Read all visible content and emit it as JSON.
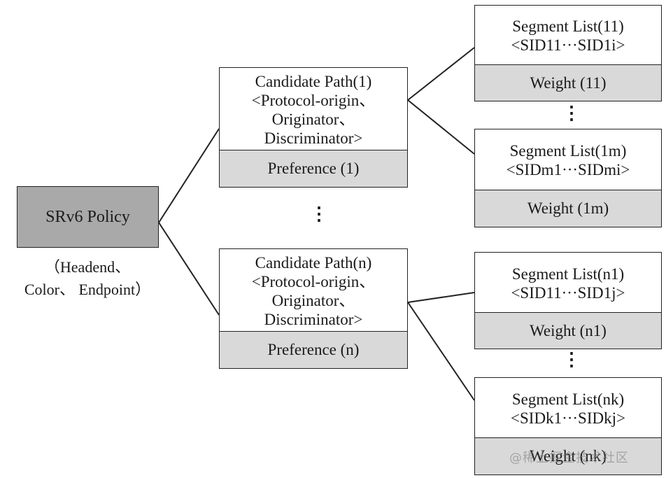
{
  "policy": {
    "label": "SRv6 Policy",
    "caption_line1": "（Headend、",
    "caption_line2": "Color、 Endpoint）"
  },
  "candidate_paths": [
    {
      "line1": "Candidate Path(1)",
      "line2": "<Protocol-origin、",
      "line3": "Originator、",
      "line4": "Discriminator>",
      "preference": "Preference (1)"
    },
    {
      "line1": "Candidate Path(n)",
      "line2": "<Protocol-origin、",
      "line3": "Originator、",
      "line4": "Discriminator>",
      "preference": "Preference (n)"
    }
  ],
  "segment_lists": [
    {
      "line1": "Segment List(11)",
      "line2": "<SID11···SID1i>",
      "weight": "Weight (11)"
    },
    {
      "line1": "Segment List(1m)",
      "line2": "<SIDm1···SIDmi>",
      "weight": "Weight (1m)"
    },
    {
      "line1": "Segment List(n1)",
      "line2": "<SID11···SID1j>",
      "weight": "Weight (n1)"
    },
    {
      "line1": "Segment List(nk)",
      "line2": "<SIDk1···SIDkj>",
      "weight": "Weight (nk)"
    }
  ],
  "ellipsis": "⋮",
  "watermark": "@稀土掘金技术社区"
}
